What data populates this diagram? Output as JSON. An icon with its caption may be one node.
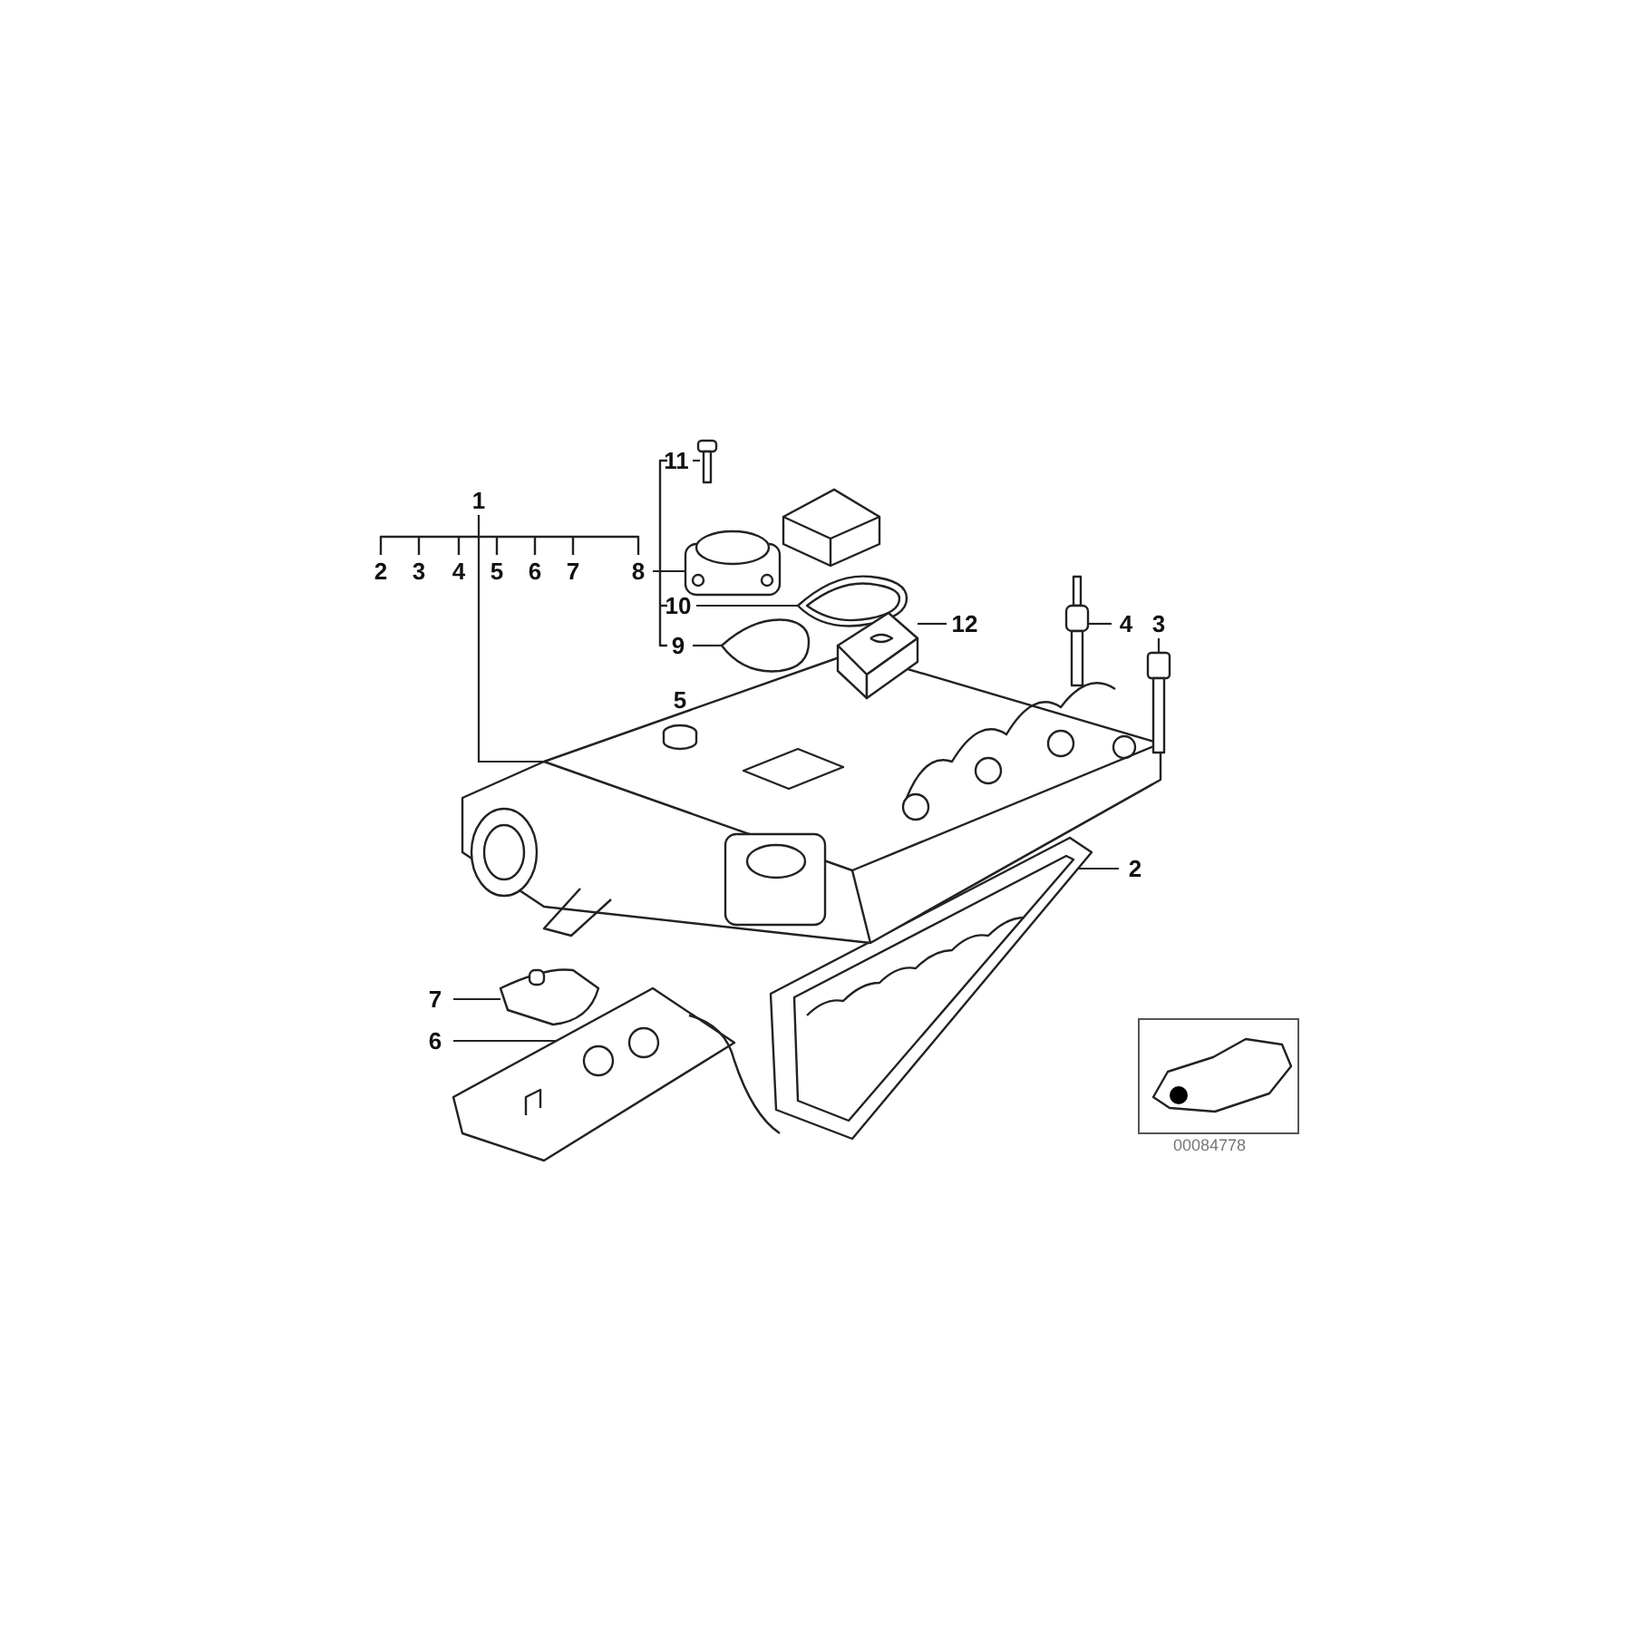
{
  "diagram": {
    "nodes": [
      {
        "text": [
          "1"
        ]
      },
      {
        "text": [],
        "shape": "picture"
      },
      {
        "text": [
          "8"
        ]
      },
      {
        "text": [],
        "shape": "picture"
      },
      {
        "text": [
          "11"
        ]
      },
      {
        "text": [],
        "shape": "picture"
      },
      {
        "text": [
          "10"
        ]
      },
      {
        "text": [],
        "shape": "picture"
      },
      {
        "text": [
          "9"
        ]
      },
      {
        "text": [],
        "shape": "picture"
      },
      {
        "text": [
          "12"
        ]
      },
      {
        "text": [],
        "shape": "picture"
      },
      {
        "text": [
          "4"
        ]
      },
      {
        "text": [],
        "shape": "picture"
      },
      {
        "text": [
          "3"
        ]
      },
      {
        "text": [],
        "shape": "picture"
      },
      {
        "text": [
          "2"
        ]
      },
      {
        "text": [],
        "shape": "picture"
      },
      {
        "text": [
          "7"
        ]
      },
      {
        "text": [],
        "shape": "picture"
      },
      {
        "text": [
          "6"
        ]
      },
      {
        "text": [],
        "shape": "picture"
      }
    ],
    "edges": [
      {
        "from": 0,
        "to": 1,
        "arrow": "none"
      },
      {
        "from": 2,
        "to": 3,
        "arrow": "none"
      },
      {
        "from": 4,
        "to": 5,
        "arrow": "none"
      },
      {
        "from": 6,
        "to": 7,
        "arrow": "none"
      },
      {
        "from": 8,
        "to": 9,
        "arrow": "none"
      },
      {
        "from": 10,
        "to": 11,
        "arrow": "none"
      },
      {
        "from": 12,
        "to": 13,
        "arrow": "none"
      },
      {
        "from": 14,
        "to": 15,
        "arrow": "none"
      },
      {
        "from": 16,
        "to": 17,
        "arrow": "none"
      },
      {
        "from": 18,
        "to": 19,
        "arrow": "none"
      },
      {
        "from": 20,
        "to": 21,
        "arrow": "none"
      }
    ],
    "labels": [
      "2",
      "3",
      "4",
      "5",
      "6",
      "7",
      "5",
      "00084778"
    ]
  }
}
